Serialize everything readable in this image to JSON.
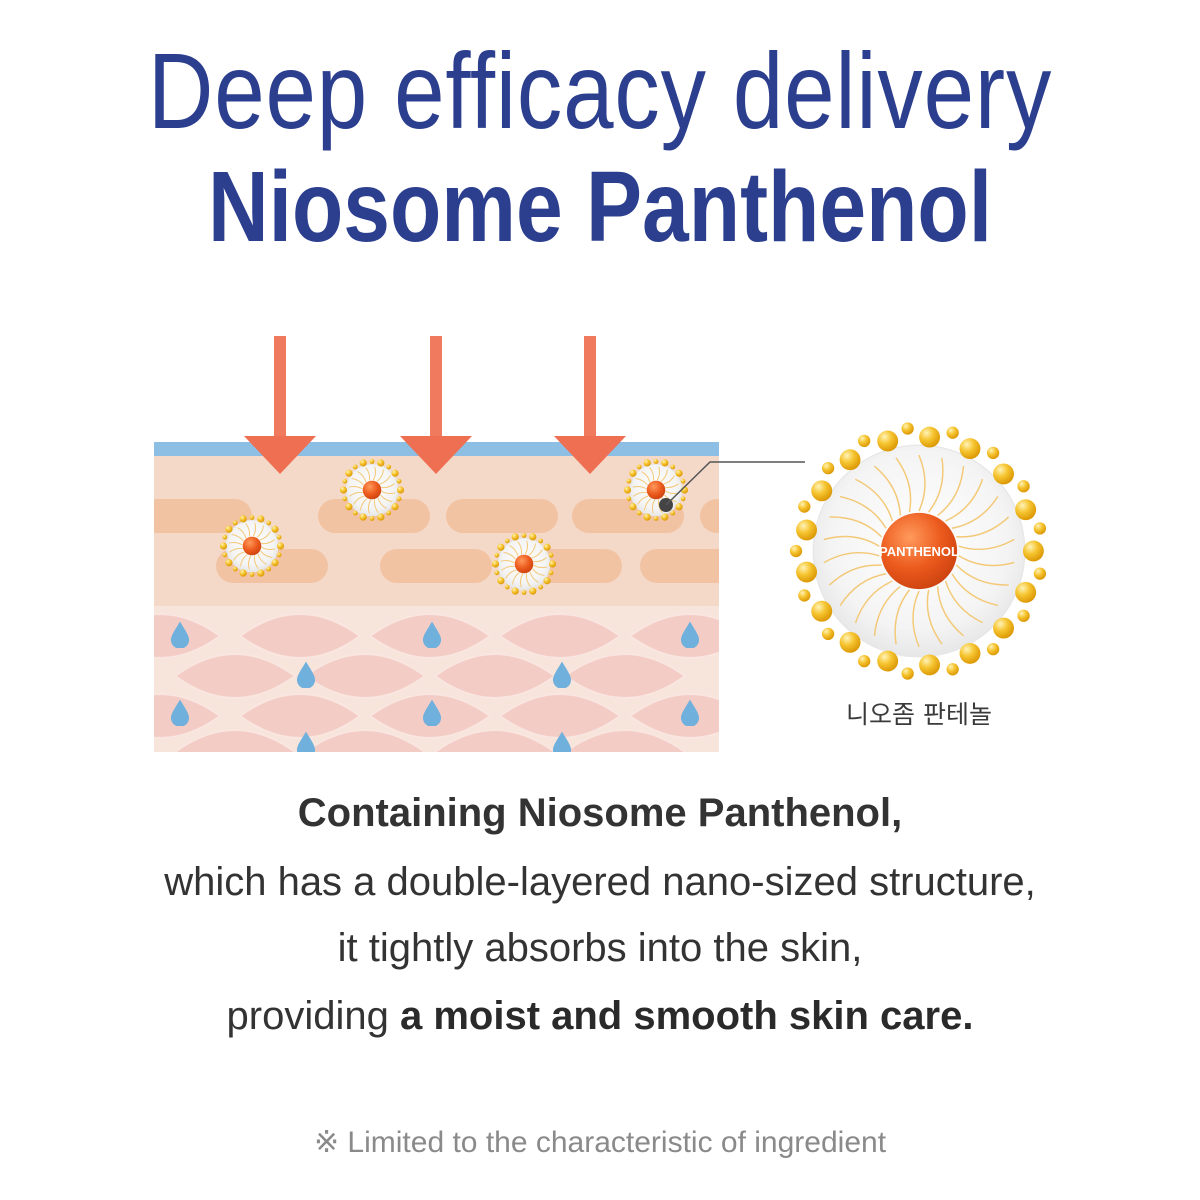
{
  "headline": {
    "line1": "Deep efficacy delivery",
    "line2": "Niosome Panthenol"
  },
  "diagram": {
    "core_label": "PANTHENOL",
    "caption": "니오좀 판테놀",
    "colors": {
      "headline": "#2c3f8f",
      "arrow": "#ee7458",
      "skin_top": "#7fb6df",
      "skin_base": "#f7e4da",
      "cell_upper": "#f2c5a5",
      "cell_lower": "#f3cfc8",
      "water": "#6fb0dd",
      "gold": "#f0b21a",
      "core": "#e8561c"
    }
  },
  "body": {
    "line1": "Containing Niosome Panthenol,",
    "line2": "which has a double-layered nano-sized structure,",
    "line3": "it tightly absorbs into the skin,",
    "line4_prefix": "providing ",
    "line4_bold": "a moist and smooth skin care."
  },
  "footnote": "※ Limited to the characteristic of ingredient"
}
